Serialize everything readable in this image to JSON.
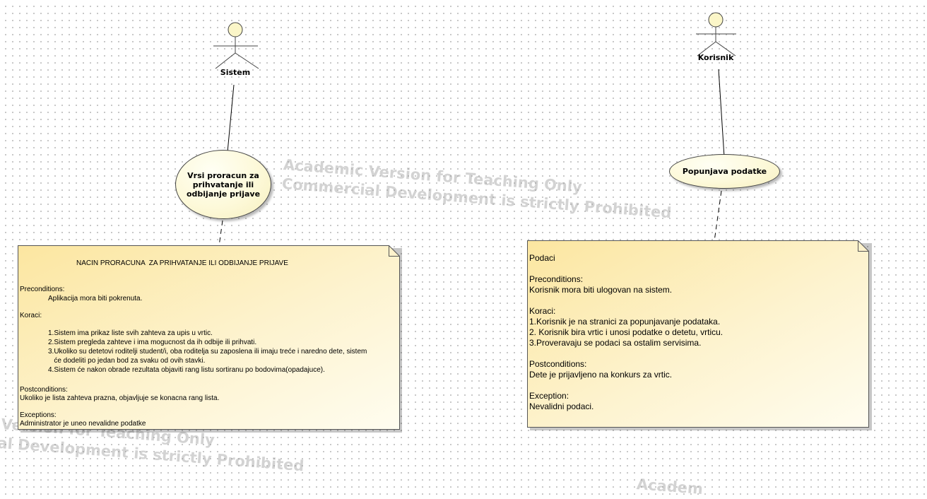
{
  "actors": {
    "sistem": {
      "label": "Sistem"
    },
    "korisnik": {
      "label": "Korisnik"
    }
  },
  "use_cases": {
    "vrsi_proracun": {
      "label": "Vrsi proracun za\nprihvatanje ili\nodbijanje prijave"
    },
    "popunjava_podatke": {
      "label": "Popunjava podatke"
    }
  },
  "notes": {
    "left": {
      "title": "NACIN PRORACUNA  ZA PRIHVATANJE ILI ODBIJANJE PRIJAVE",
      "preconditions_label": "Preconditions:",
      "preconditions_text": "Aplikacija mora biti pokrenuta.",
      "koraci_label": "Koraci:",
      "steps": "1.Sistem ima prikaz liste svih zahteva za upis u vrtic.\n2.Sistem pregleda zahteve i ima mogucnost da ih odbije ili prihvati.\n3.Ukoliko su detetovi roditelji student/i, oba roditelja su zaposlena ili imaju treće i naredno dete, sistem\n   će dodeliti po jedan bod za svaku od ovih stavki.\n4.Sistem će nakon obrade rezultata objaviti rang listu sortiranu po bodovima(opadajuce).",
      "postconditions_label": "Postconditions:",
      "postconditions_text": "Ukoliko je lista zahteva prazna, objavljuje se konacna rang lista.",
      "exceptions_label": "Exceptions:",
      "exceptions_text": "Administrator je uneo nevalidne podatke"
    },
    "right": {
      "content": "Podaci\n\nPreconditions:\nKorisnik mora biti ulogovan na sistem.\n\nKoraci:\n1.Korisnik je na stranici za popunjavanje podataka.\n2. Korisnik bira vrtic i unosi podatke o detetu, vrticu.\n3.Proveravaju se podaci sa ostalim servisima.\n\nPostconditions:\nDete je prijavljeno na konkurs za vrtic.\n\nException:\nNevalidni podaci."
    }
  },
  "watermark": {
    "line1": "Academic Version for Teaching Only",
    "line2": "Commercial Development is strictly Prohibited",
    "lower_fragment1": "Academic Version for Teaching Only",
    "lower_fragment2": "Commercial Development is strictly Prohibited",
    "corner_fragment": "Academ"
  },
  "colors": {
    "note_fill_light": "#fffdf0",
    "note_fill_dark": "#fce9a8",
    "usecase_fill": "#fdf9d9",
    "actor_head": "#fbf6c8",
    "outline": "#444444",
    "watermark": "#969696"
  }
}
